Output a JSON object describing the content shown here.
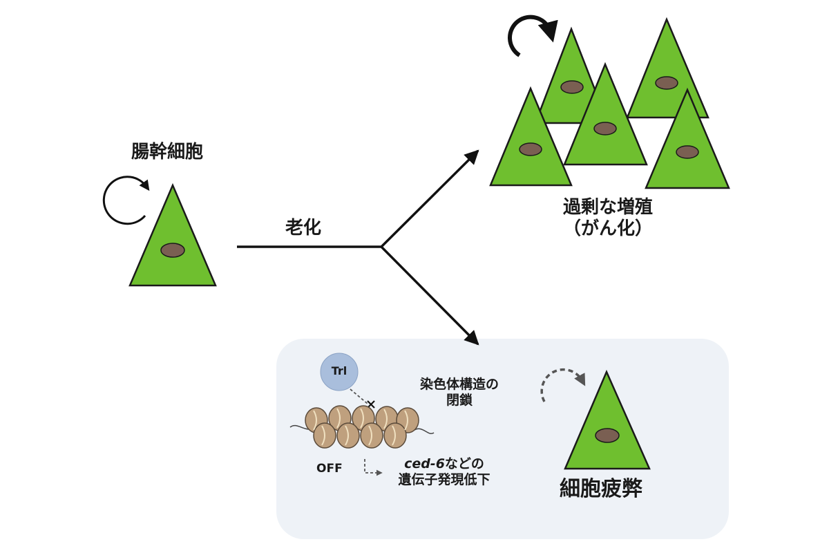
{
  "labels": {
    "stem_cell": "腸幹細胞",
    "aging": "老化",
    "overproliferation_line1": "過剰な増殖",
    "overproliferation_line2": "（がん化）",
    "chromatin_line1": "染色体構造の",
    "chromatin_line2": "閉鎖",
    "trl": "Trl",
    "off": "OFF",
    "gene_italic": "ced-6",
    "gene_suffix": "などの",
    "gene_line2": "遺伝子発現低下",
    "exhaustion": "細胞疲弊"
  },
  "colors": {
    "cell_fill": "#6fbf2f",
    "cell_stroke": "#1a1a1a",
    "nucleus": "#7a5f52",
    "panel": "#eef2f7",
    "trl": "#a9bedc",
    "nucleosome": "#bfa07e"
  }
}
